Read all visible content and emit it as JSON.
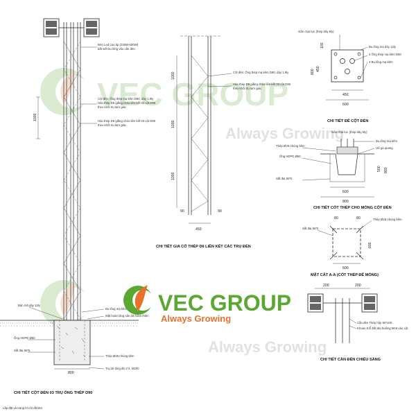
{
  "colors": {
    "brand_green": "#5aa832",
    "brand_orange": "#e8702a",
    "wm_gray": "#9a9a9a",
    "ink": "#222222"
  },
  "watermark": {
    "brand": "VEC GROUP",
    "slogan": "Always Growing"
  },
  "logo": {
    "brand": "VEC GROUP",
    "slogan": "Always Growing"
  },
  "pole_detail": {
    "title": "CHI TIẾT CỘT ĐÈN 03 TRỤ ỐNG THÉP D90",
    "label_led": "Đèn Led cao áp (230W-600W)",
    "label_led_2": "bắt siết bu lông vào cần đèn",
    "label_pole_1": "Cột đèn: Ống thép mạ kẽm D90, dày 1.9ly",
    "label_pole_2": "Hàn thép D6 giằng chéo liên kết 03 cột D90",
    "label_pole_3": "theo khối trụ tam giác",
    "label_brace_1": "Hàn thép D6 giằng chéo liên kết 03 cột D90",
    "label_brace_2": "theo khối trụ tam giác",
    "dim_1000": "1000",
    "dim_800": "800",
    "label_bolt": "Bản mã dày 12ly",
    "label_anchor": "Bu lông mạ kẽm",
    "label_slab": "Mặt hoàn làng sân đá hoàn thiện",
    "label_pipe": "Ống HDPE Ø50",
    "label_steel": "Sắt đai 50*5",
    "label_rebar": "Thép Ø25 nhúng kẽm",
    "label_concrete": "Trụ bê tông đá 1*2, M200",
    "footnote": "Lắp đặt và trang trí cột đã làm"
  },
  "truss_detail": {
    "title": "CHI TIẾT GIA CỐ THÉP D6 LIÊN KẾT CÁC TRỤ ĐÈN",
    "label_1": "Cột đèn: Ống thép mạ kẽm D90, dày 1.9ly",
    "label_2": "Hàn thép D6 giằng chéo liên kết 03 cột D90",
    "label_3": "theo khối trụ tam giác",
    "dim_1000": "1000",
    "dim_90": "90",
    "dim_450": "450"
  },
  "base_detail": {
    "title": "CHI TIẾT ĐẾ CỘT ĐÈN",
    "label_1": "Gân chịu lực (thép dày 5ly)",
    "label_2": "Bu lông mạ dày 12ly",
    "label_3": "3 Ống thép mạ kẽm D90",
    "label_4": "4 Bu lông mạ kẽm",
    "dim_100": "100",
    "dim_800": "800",
    "dim_450": "450",
    "dim_600": "600"
  },
  "foundation_detail": {
    "title": "CHI TIẾT CỐT THÉP CHO MÓNG CỘT ĐÈN",
    "label_1": "Gân chịu lực (thép dày 5ly)",
    "label_2": "Bu lông mạ kẽm",
    "label_3": "Hố ga quang",
    "label_4": "Thép Ø25 nhúng kẽm",
    "label_5": "Ống HDPE Ø50",
    "label_6": "Sắt đai 50*5",
    "dim_500": "500",
    "dim_800": "800",
    "dim_600": "600"
  },
  "section_detail": {
    "title": "MẶT CẮT A-A (CỐT THÉP ĐẾ MÓNG)",
    "label_1": "Thép Ø25 nhúng kẽm",
    "label_2": "Sắt đai 50*5",
    "dim_80": "80",
    "dim_600": "600"
  },
  "arm_detail": {
    "title": "CHI TIẾT CẦN ĐÈN CHIẾU SÁNG",
    "label_1": "Cần đèn Thép hộp 50*100",
    "label_2": "Khoan 8 lỗ bắt đai bulông M16 vào cột",
    "dim_200": "200"
  }
}
